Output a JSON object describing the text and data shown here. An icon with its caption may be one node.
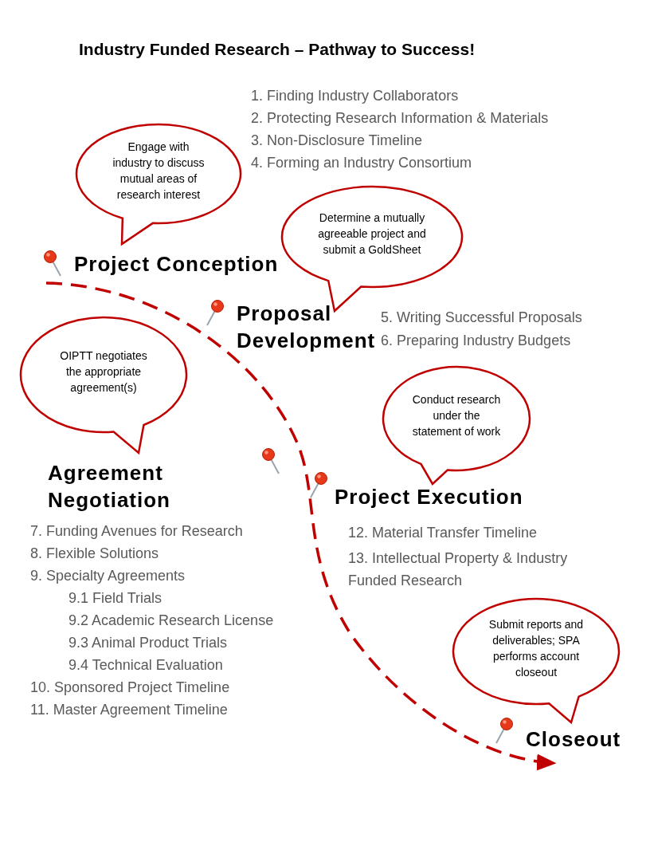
{
  "diagram": {
    "title": "Industry Funded Research – Pathway to Success!",
    "nodes": [
      {
        "text": [
          "Engage with industry to discuss mutual areas of research interest"
        ]
      },
      {
        "text": [
          "Determine a mutually agreeable project and submit a GoldSheet"
        ]
      },
      {
        "text": [
          "OIPTT negotiates the appropriate agreement(s)"
        ]
      },
      {
        "text": [
          "Conduct research under the statement of work"
        ]
      },
      {
        "text": [
          "Submit reports and deliverables; SPA performs account closeout"
        ]
      }
    ],
    "edges": [],
    "labels": [
      "1. Finding Industry Collaborators",
      "2. Protecting Research Information & Materials",
      "3. Non-Disclosure Timeline",
      "4. Forming an Industry Consortium",
      "Project Conception",
      "Proposal Development",
      "5. Writing Successful Proposals",
      "6. Preparing Industry Budgets",
      "Agreement Negotiation",
      "Project Execution",
      "7. Funding Avenues for Research",
      "8. Flexible Solutions",
      "9. Specialty Agreements",
      "9.1 Field Trials",
      "9.2 Academic Research License",
      "9.3 Animal Product Trials",
      "9.4 Technical Evaluation",
      "10. Sponsored Project Timeline",
      "11. Master Agreement Timeline",
      "12. Material Transfer Timeline",
      "13. Intellectual Property & Industry Funded Research",
      "Closeout"
    ]
  }
}
